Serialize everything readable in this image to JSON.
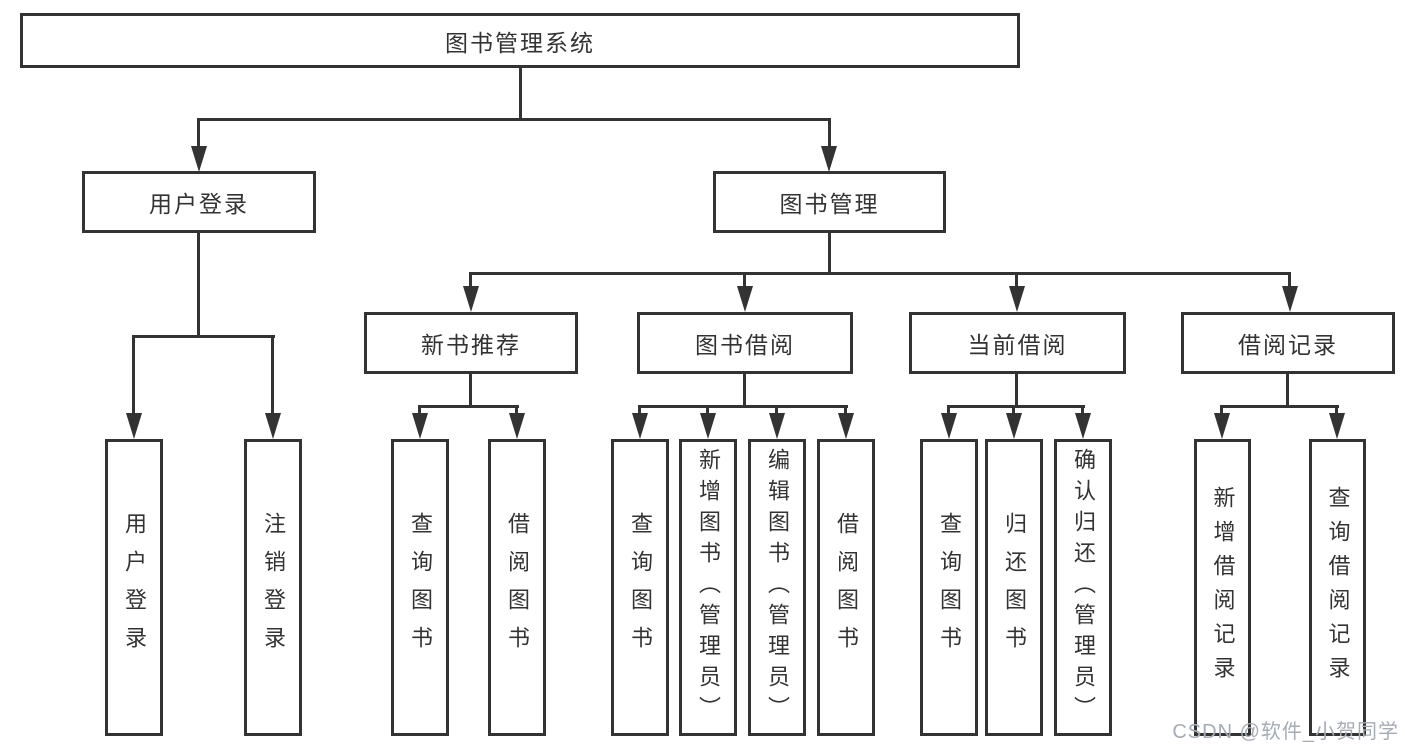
{
  "title": "图书管理系统",
  "watermark": "CSDN @软件_小贺同学",
  "nodes": {
    "root": "图书管理系统",
    "login": "用户登录",
    "book_mgmt": "图书管理",
    "new_book_rec": "新书推荐",
    "book_borrow": "图书借阅",
    "current_borrow": "当前借阅",
    "borrow_records": "借阅记录",
    "user_login": "用户登录",
    "logout_login": "注销登录",
    "nb_query_books": "查询图书",
    "nb_borrow_books": "借阅图书",
    "bb_query_books": "查询图书",
    "bb_add_books": "新增图书（管理员）",
    "bb_edit_books": "编辑图书（管理员）",
    "bb_borrow_books": "借阅图书",
    "cb_query_books": "查询图书",
    "cb_return_books": "归还图书",
    "cb_confirm_return": "确认归还（管理员）",
    "br_add_record": "新增借阅记录",
    "br_query_record": "查询借阅记录"
  },
  "hierarchy": {
    "图书管理系统": {
      "用户登录": [
        "用户登录",
        "注销登录"
      ],
      "图书管理": {
        "新书推荐": [
          "查询图书",
          "借阅图书"
        ],
        "图书借阅": [
          "查询图书",
          "新增图书（管理员）",
          "编辑图书（管理员）",
          "借阅图书"
        ],
        "当前借阅": [
          "查询图书",
          "归还图书",
          "确认归还（管理员）"
        ],
        "借阅记录": [
          "新增借阅记录",
          "查询借阅记录"
        ]
      }
    }
  },
  "colors": {
    "line": "#333333",
    "text": "#333333",
    "background": "#ffffff",
    "watermark": "#a6acb4"
  }
}
